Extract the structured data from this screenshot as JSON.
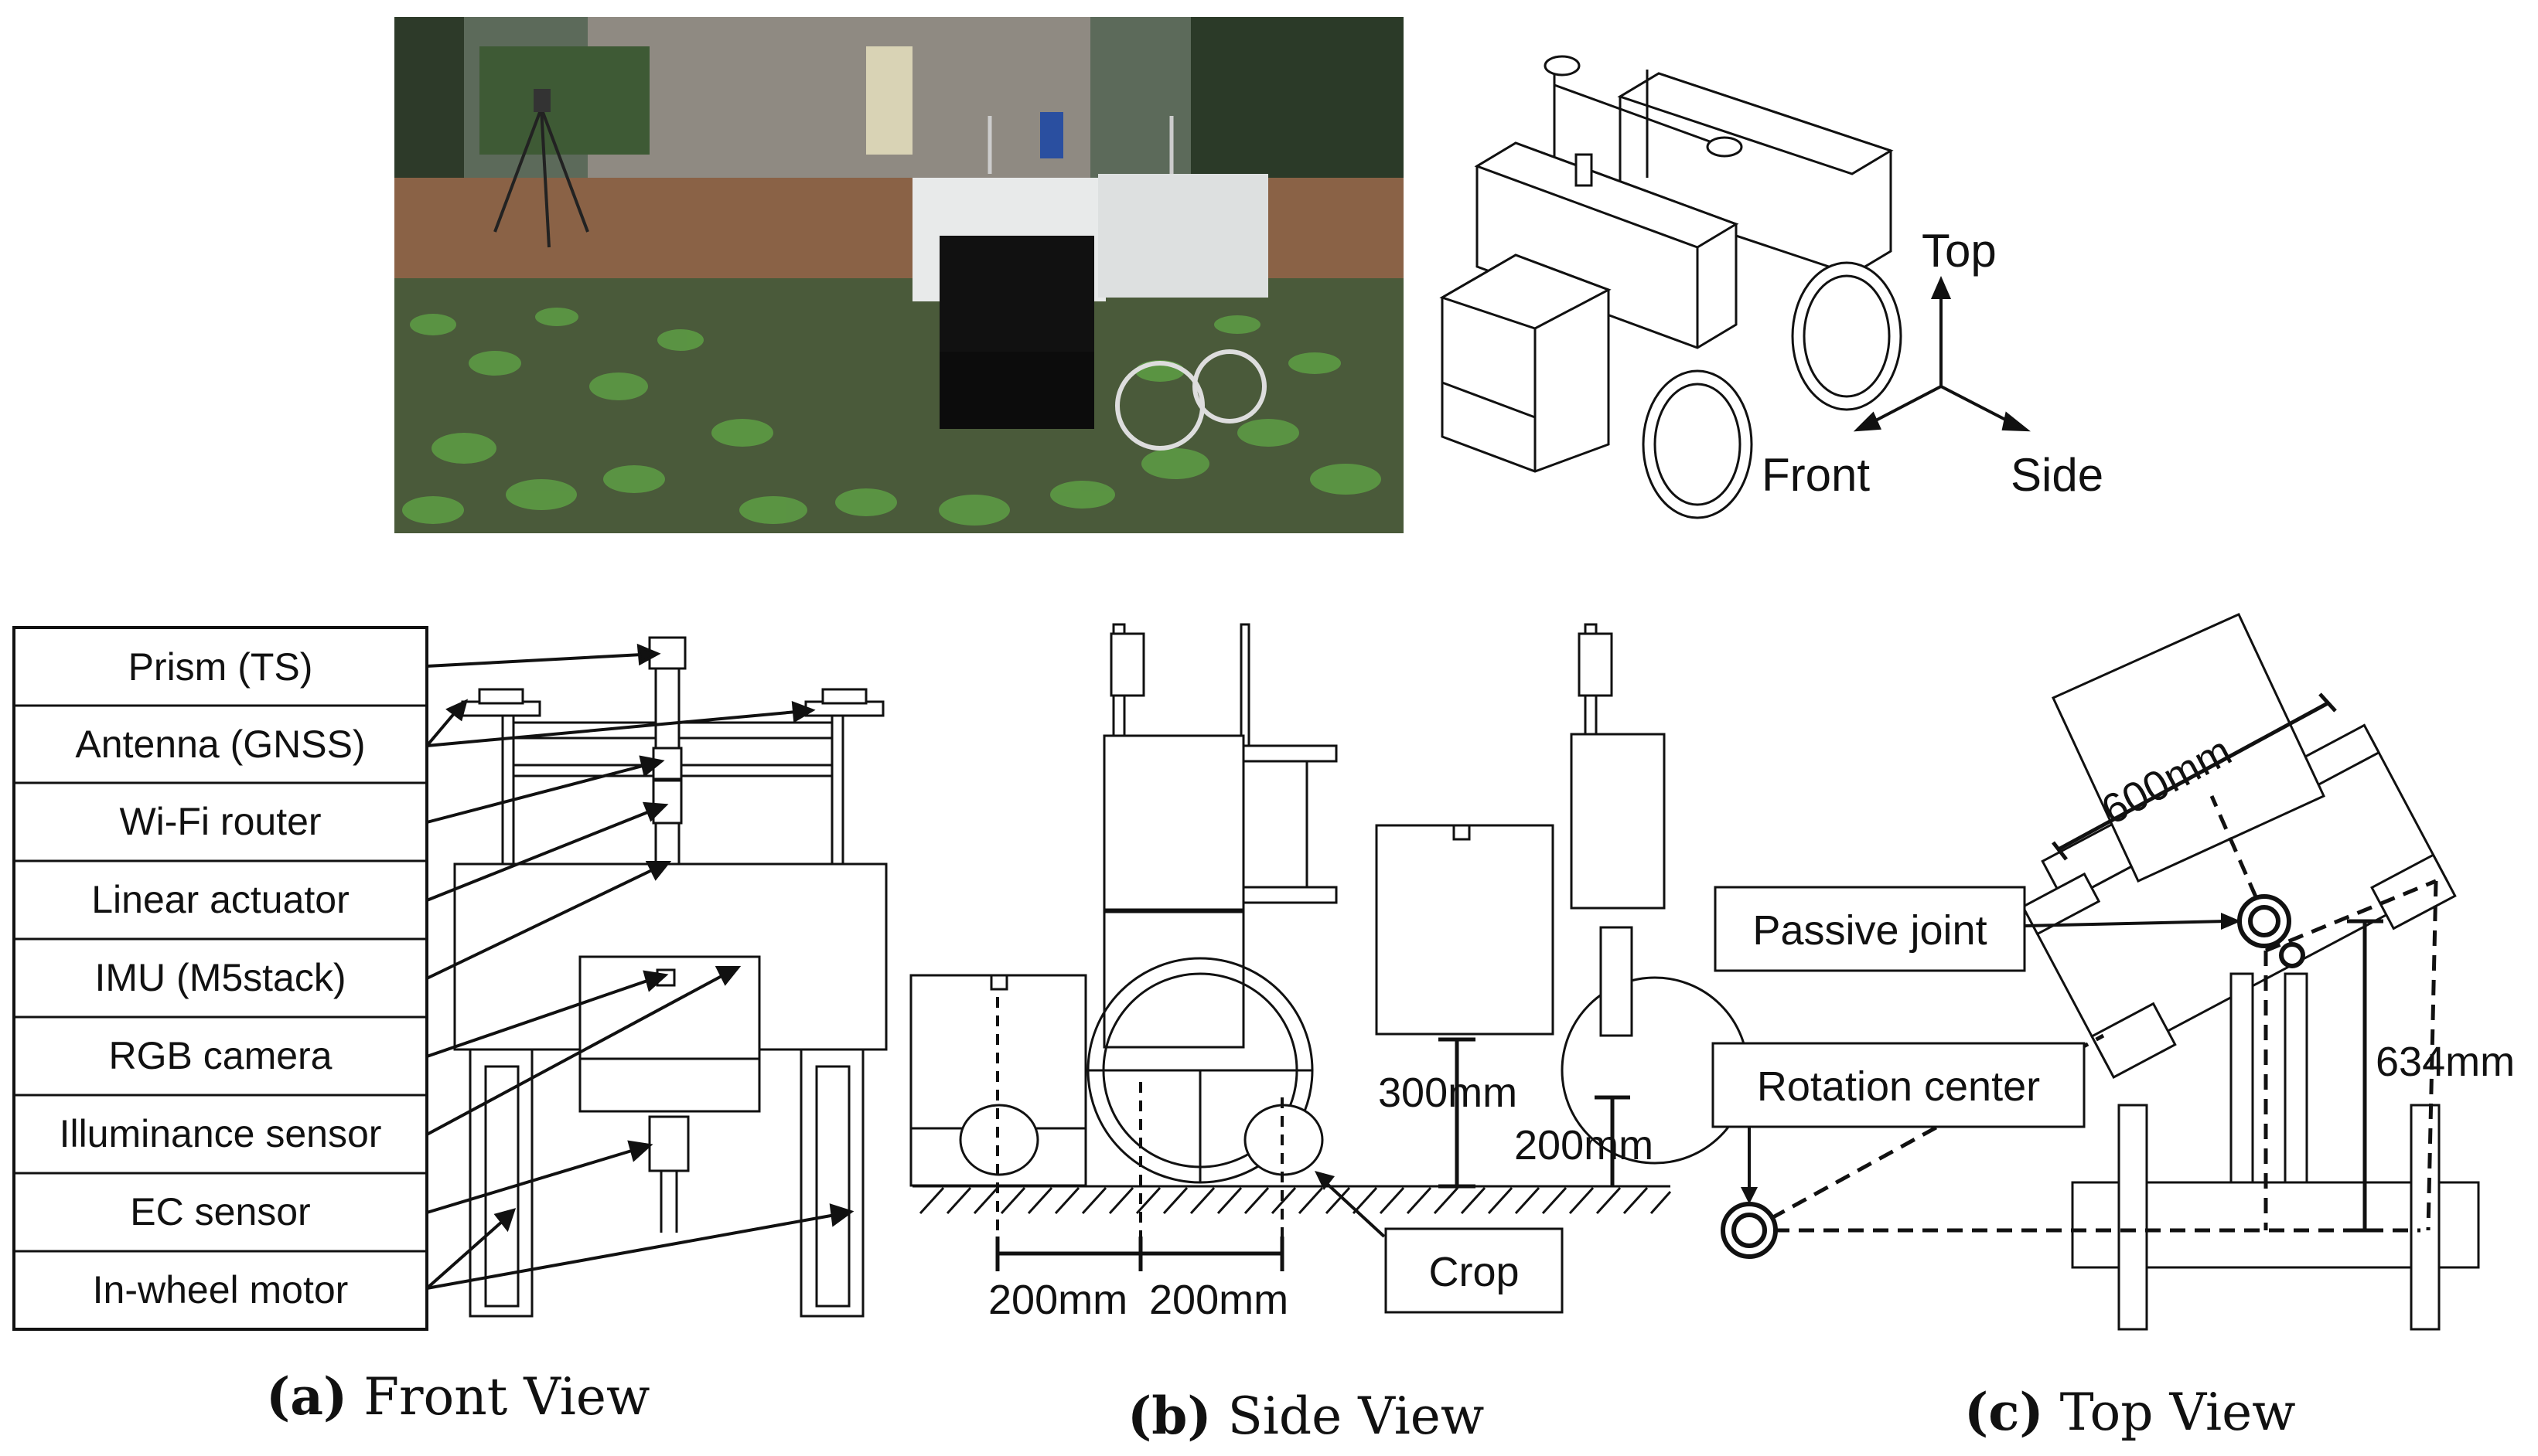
{
  "axes_labels": {
    "top": "Top",
    "front": "Front",
    "side": "Side"
  },
  "front_view": {
    "labels": [
      "Prism (TS)",
      "Antenna (GNSS)",
      "Wi-Fi router",
      "Linear actuator",
      "IMU (M5stack)",
      "RGB camera",
      "Illuminance sensor",
      "EC sensor",
      "In-wheel motor"
    ],
    "caption_letter": "(a)",
    "caption_text": " Front View"
  },
  "side_view": {
    "dim_left": "200mm",
    "dim_right": "200mm",
    "dim_300": "300mm",
    "dim_200b": "200mm",
    "crop_label": "Crop",
    "caption_letter": "(b)",
    "caption_text": " Side View"
  },
  "top_view": {
    "dim_600": "600mm",
    "dim_634": "634mm",
    "passive_joint": "Passive joint",
    "rotation_center": "Rotation center",
    "caption_letter": "(c)",
    "caption_text": " Top View"
  },
  "colors": {
    "line": "#111111",
    "photo_sky": "#2f3a2c",
    "photo_soil": "#6b4a35",
    "photo_leaf": "#4f8a3c",
    "robot_panel": "#e6e8e8"
  }
}
